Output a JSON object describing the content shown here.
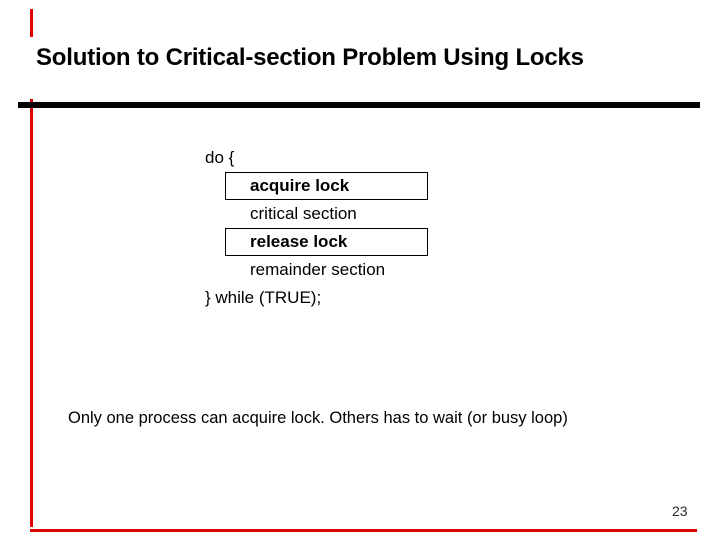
{
  "slide": {
    "title": "Solution to Critical-section Problem Using Locks",
    "accent_red": "#dd0000",
    "divider_color": "#000000",
    "code": {
      "rows": [
        {
          "text": "do {",
          "style": "plain"
        },
        {
          "text": "acquire lock",
          "style": "boxed"
        },
        {
          "text": "critical section",
          "style": "plain-indent"
        },
        {
          "text": "release lock",
          "style": "boxed"
        },
        {
          "text": "remainder section",
          "style": "plain-indent"
        },
        {
          "text": "} while (TRUE);",
          "style": "plain"
        }
      ]
    },
    "note": "Only one process can acquire lock. Others has to wait (or busy loop)",
    "page_number": "23"
  }
}
